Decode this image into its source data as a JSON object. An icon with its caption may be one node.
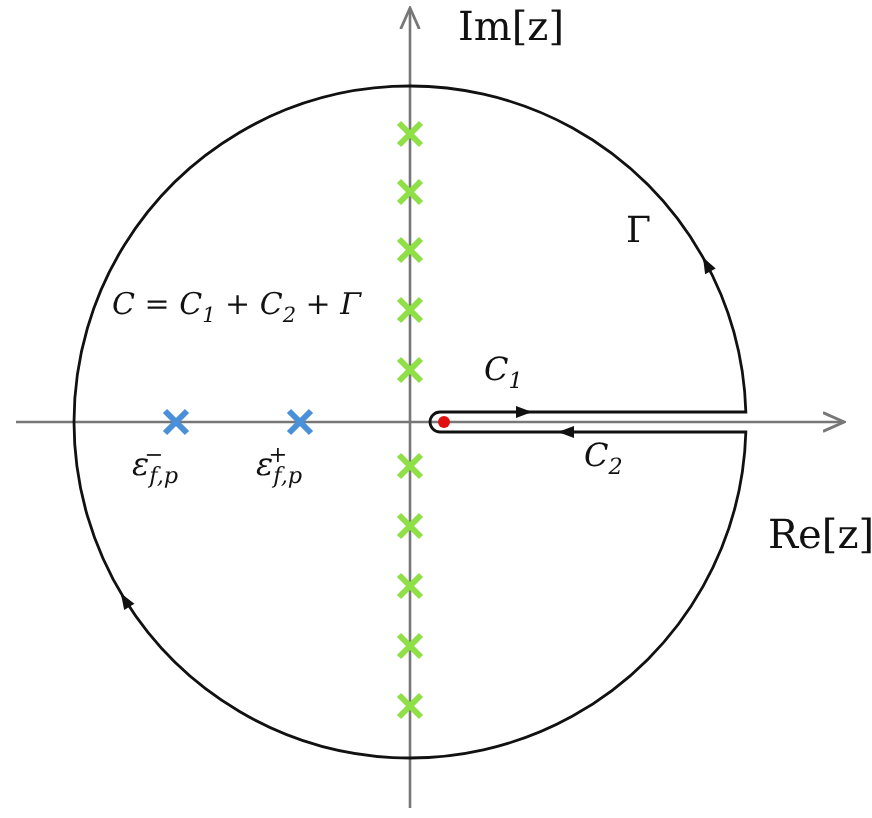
{
  "diagram": {
    "labels": [
      "Im[z]",
      "Γ",
      "C = C$_{1}$ + C$_{2}$ + Γ",
      "C$_{1}$",
      "C$_{2}$",
      "ε$_{f,p}$$^{−}$",
      "ε$_{f,p}$$^{+}$",
      "Re[z]"
    ]
  }
}
